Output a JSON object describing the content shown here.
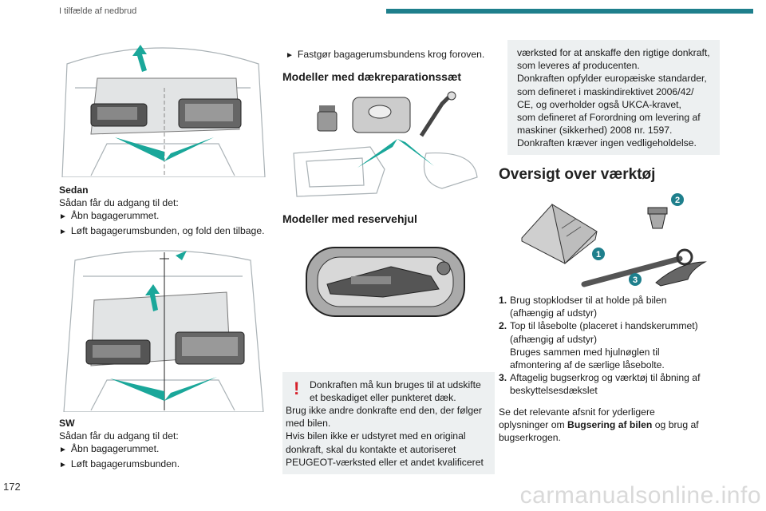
{
  "header": {
    "section": "I tilfælde af nedbrud",
    "page_number": "172"
  },
  "left": {
    "sedan_title": "Sedan",
    "sedan_intro": "Sådan får du adgang til det:",
    "sedan_steps": [
      "Åbn bagagerummet.",
      "Løft bagagerumsbunden, og fold den tilbage."
    ],
    "sw_title": "SW",
    "sw_intro": "Sådan får du adgang til det:",
    "sw_steps": [
      "Åbn bagagerummet.",
      "Løft bagagerumsbunden."
    ]
  },
  "middle": {
    "step": "Fastgør bagagerumsbundens krog foroven.",
    "heading_repair_kit": "Modeller med dækreparationssæt",
    "heading_spare_wheel": "Modeller med reservehjul",
    "warning_lines": [
      "Donkraften må kun bruges til at udskifte",
      "et beskadiget eller punkteret dæk.",
      "Brug ikke andre donkrafte end den, der følger",
      "med bilen.",
      "Hvis bilen ikke er udstyret med en original",
      "donkraft, skal du kontakte et autoriseret",
      "PEUGEOT-værksted eller et andet kvalificeret"
    ]
  },
  "right": {
    "info_lines": [
      "værksted for at anskaffe den rigtige donkraft,",
      "som leveres af producenten.",
      "Donkraften opfylder europæiske standarder,",
      "som defineret i maskindirektivet 2006/42/",
      "CE, og overholder også UKCA-kravet,",
      "som defineret af Forordning om levering af",
      "maskiner (sikkerhed) 2008 nr. 1597.",
      "Donkraften kræver ingen vedligeholdelse."
    ],
    "heading": "Oversigt over værktøj",
    "callouts": [
      "1",
      "2",
      "3"
    ],
    "items": [
      {
        "num": "1.",
        "lines": [
          "Brug stopklodser til at holde på bilen",
          "(afhængig af udstyr)"
        ]
      },
      {
        "num": "2.",
        "lines": [
          "Top til låsebolte (placeret i handskerummet)",
          "(afhængig af udstyr)",
          "Bruges sammen med hjulnøglen til",
          "afmontering af de særlige låsebolte."
        ]
      },
      {
        "num": "3.",
        "lines": [
          "Aftagelig bugserkrog og værktøj til åbning af",
          "beskyttelsesdækslet"
        ]
      }
    ],
    "see_also_pre": "Se det relevante afsnit for yderligere",
    "see_also_mid_pre": "oplysninger om ",
    "see_also_bold": "Bugsering af bilen",
    "see_also_mid_post": " og brug af",
    "see_also_post": "bugserkrogen."
  },
  "watermark": "carmanualsonline.info",
  "colors": {
    "accent": "#1e7f8c",
    "teal_arrow": "#1aa79a",
    "warning": "#d6202a"
  }
}
